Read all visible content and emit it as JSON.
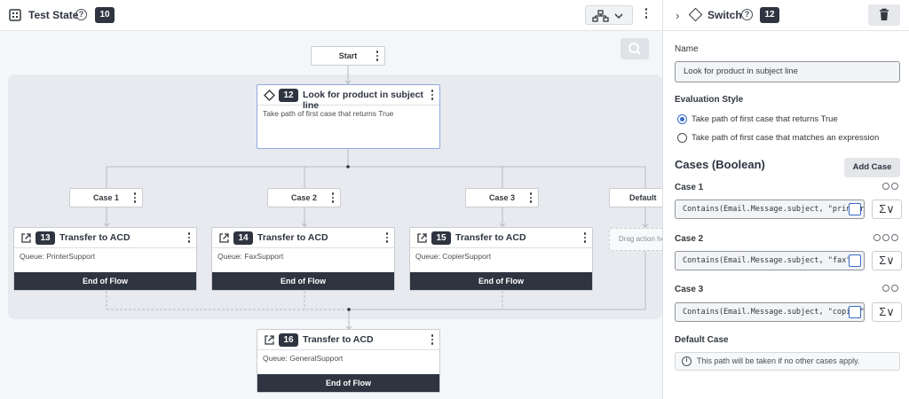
{
  "header": {
    "title": "Test State",
    "id_badge": "10"
  },
  "canvas": {
    "start_label": "Start",
    "switch_node": {
      "number": "12",
      "title": "Look for product in subject line",
      "description": "Take path of first case that returns True"
    },
    "cases": [
      {
        "label": "Case 1"
      },
      {
        "label": "Case 2"
      },
      {
        "label": "Case 3"
      },
      {
        "label": "Default"
      }
    ],
    "actions": [
      {
        "number": "13",
        "title": "Transfer to ACD",
        "queue": "Queue: PrinterSupport",
        "footer": "End of Flow"
      },
      {
        "number": "14",
        "title": "Transfer to ACD",
        "queue": "Queue: FaxSupport",
        "footer": "End of Flow"
      },
      {
        "number": "15",
        "title": "Transfer to ACD",
        "queue": "Queue: CopierSupport",
        "footer": "End of Flow"
      },
      {
        "number": "16",
        "title": "Transfer to ACD",
        "queue": "Queue: GeneralSupport",
        "footer": "End of Flow"
      }
    ],
    "drag_placeholder": "Drag action here"
  },
  "panel": {
    "type_label": "Switch",
    "id_badge": "12",
    "name_label": "Name",
    "name_value": "Look for product in subject line",
    "eval_label": "Evaluation Style",
    "eval_options": [
      "Take path of first case that returns True",
      "Take path of first case that matches an expression"
    ],
    "cases_heading": "Cases (Boolean)",
    "add_case_label": "Add Case",
    "cases": [
      {
        "label": "Case 1",
        "expression": "Contains(Email.Message.subject, \"printer\")"
      },
      {
        "label": "Case 2",
        "expression": "Contains(Email.Message.subject, \"fax\")"
      },
      {
        "label": "Case 3",
        "expression": "Contains(Email.Message.subject, \"copier\")"
      }
    ],
    "default_label": "Default Case",
    "default_info": "This path will be taken if no other cases apply."
  }
}
